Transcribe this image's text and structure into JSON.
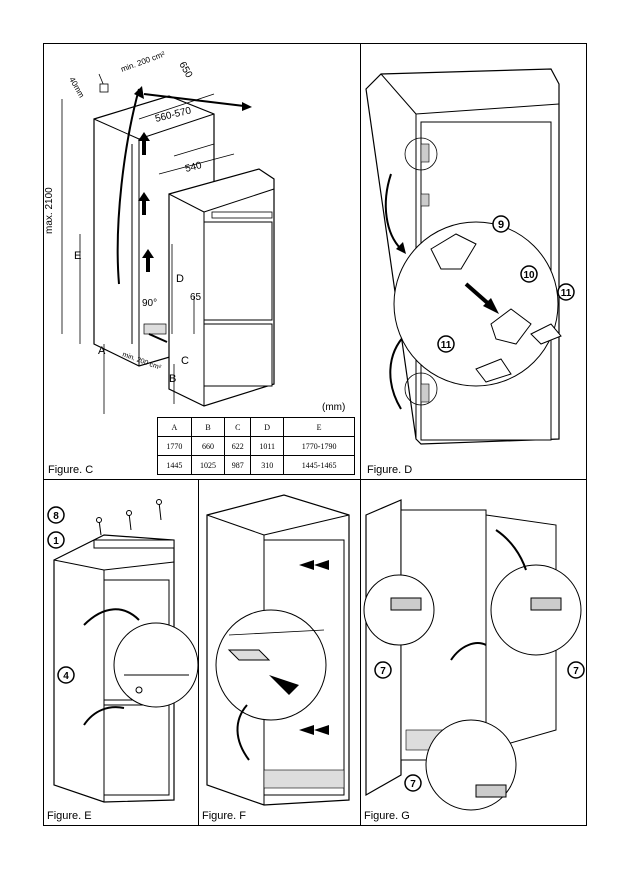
{
  "figures": {
    "c": {
      "label": "Figure. C"
    },
    "d": {
      "label": "Figure. D"
    },
    "e": {
      "label": "Figure. E"
    },
    "f": {
      "label": "Figure. F"
    },
    "g": {
      "label": "Figure. G"
    }
  },
  "figure_c": {
    "dims": {
      "d40": "40mm",
      "min200": "min. 200 cm²",
      "d650": "650",
      "d560": "560-570",
      "d540": "540",
      "max2100": "max. 2100",
      "E": "E",
      "D": "D",
      "d65": "65",
      "angle": "90°",
      "C": "C",
      "B": "B",
      "A": "A",
      "min200b": "min. 200 cm²"
    },
    "table": {
      "unit": "(mm)",
      "headers": [
        "A",
        "B",
        "C",
        "D",
        "E"
      ],
      "rows": [
        [
          "1770",
          "660",
          "622",
          "1011",
          "1770-1790"
        ],
        [
          "1445",
          "1025",
          "987",
          "310",
          "1445-1465"
        ]
      ]
    }
  },
  "callouts": {
    "d": [
      "9",
      "10",
      "11",
      "11"
    ],
    "e": [
      "8",
      "1",
      "4"
    ],
    "g": [
      "7",
      "7",
      "7"
    ]
  },
  "colors": {
    "line": "#000000",
    "paper": "#ffffff",
    "panel_fill": "#f4f4f4"
  }
}
